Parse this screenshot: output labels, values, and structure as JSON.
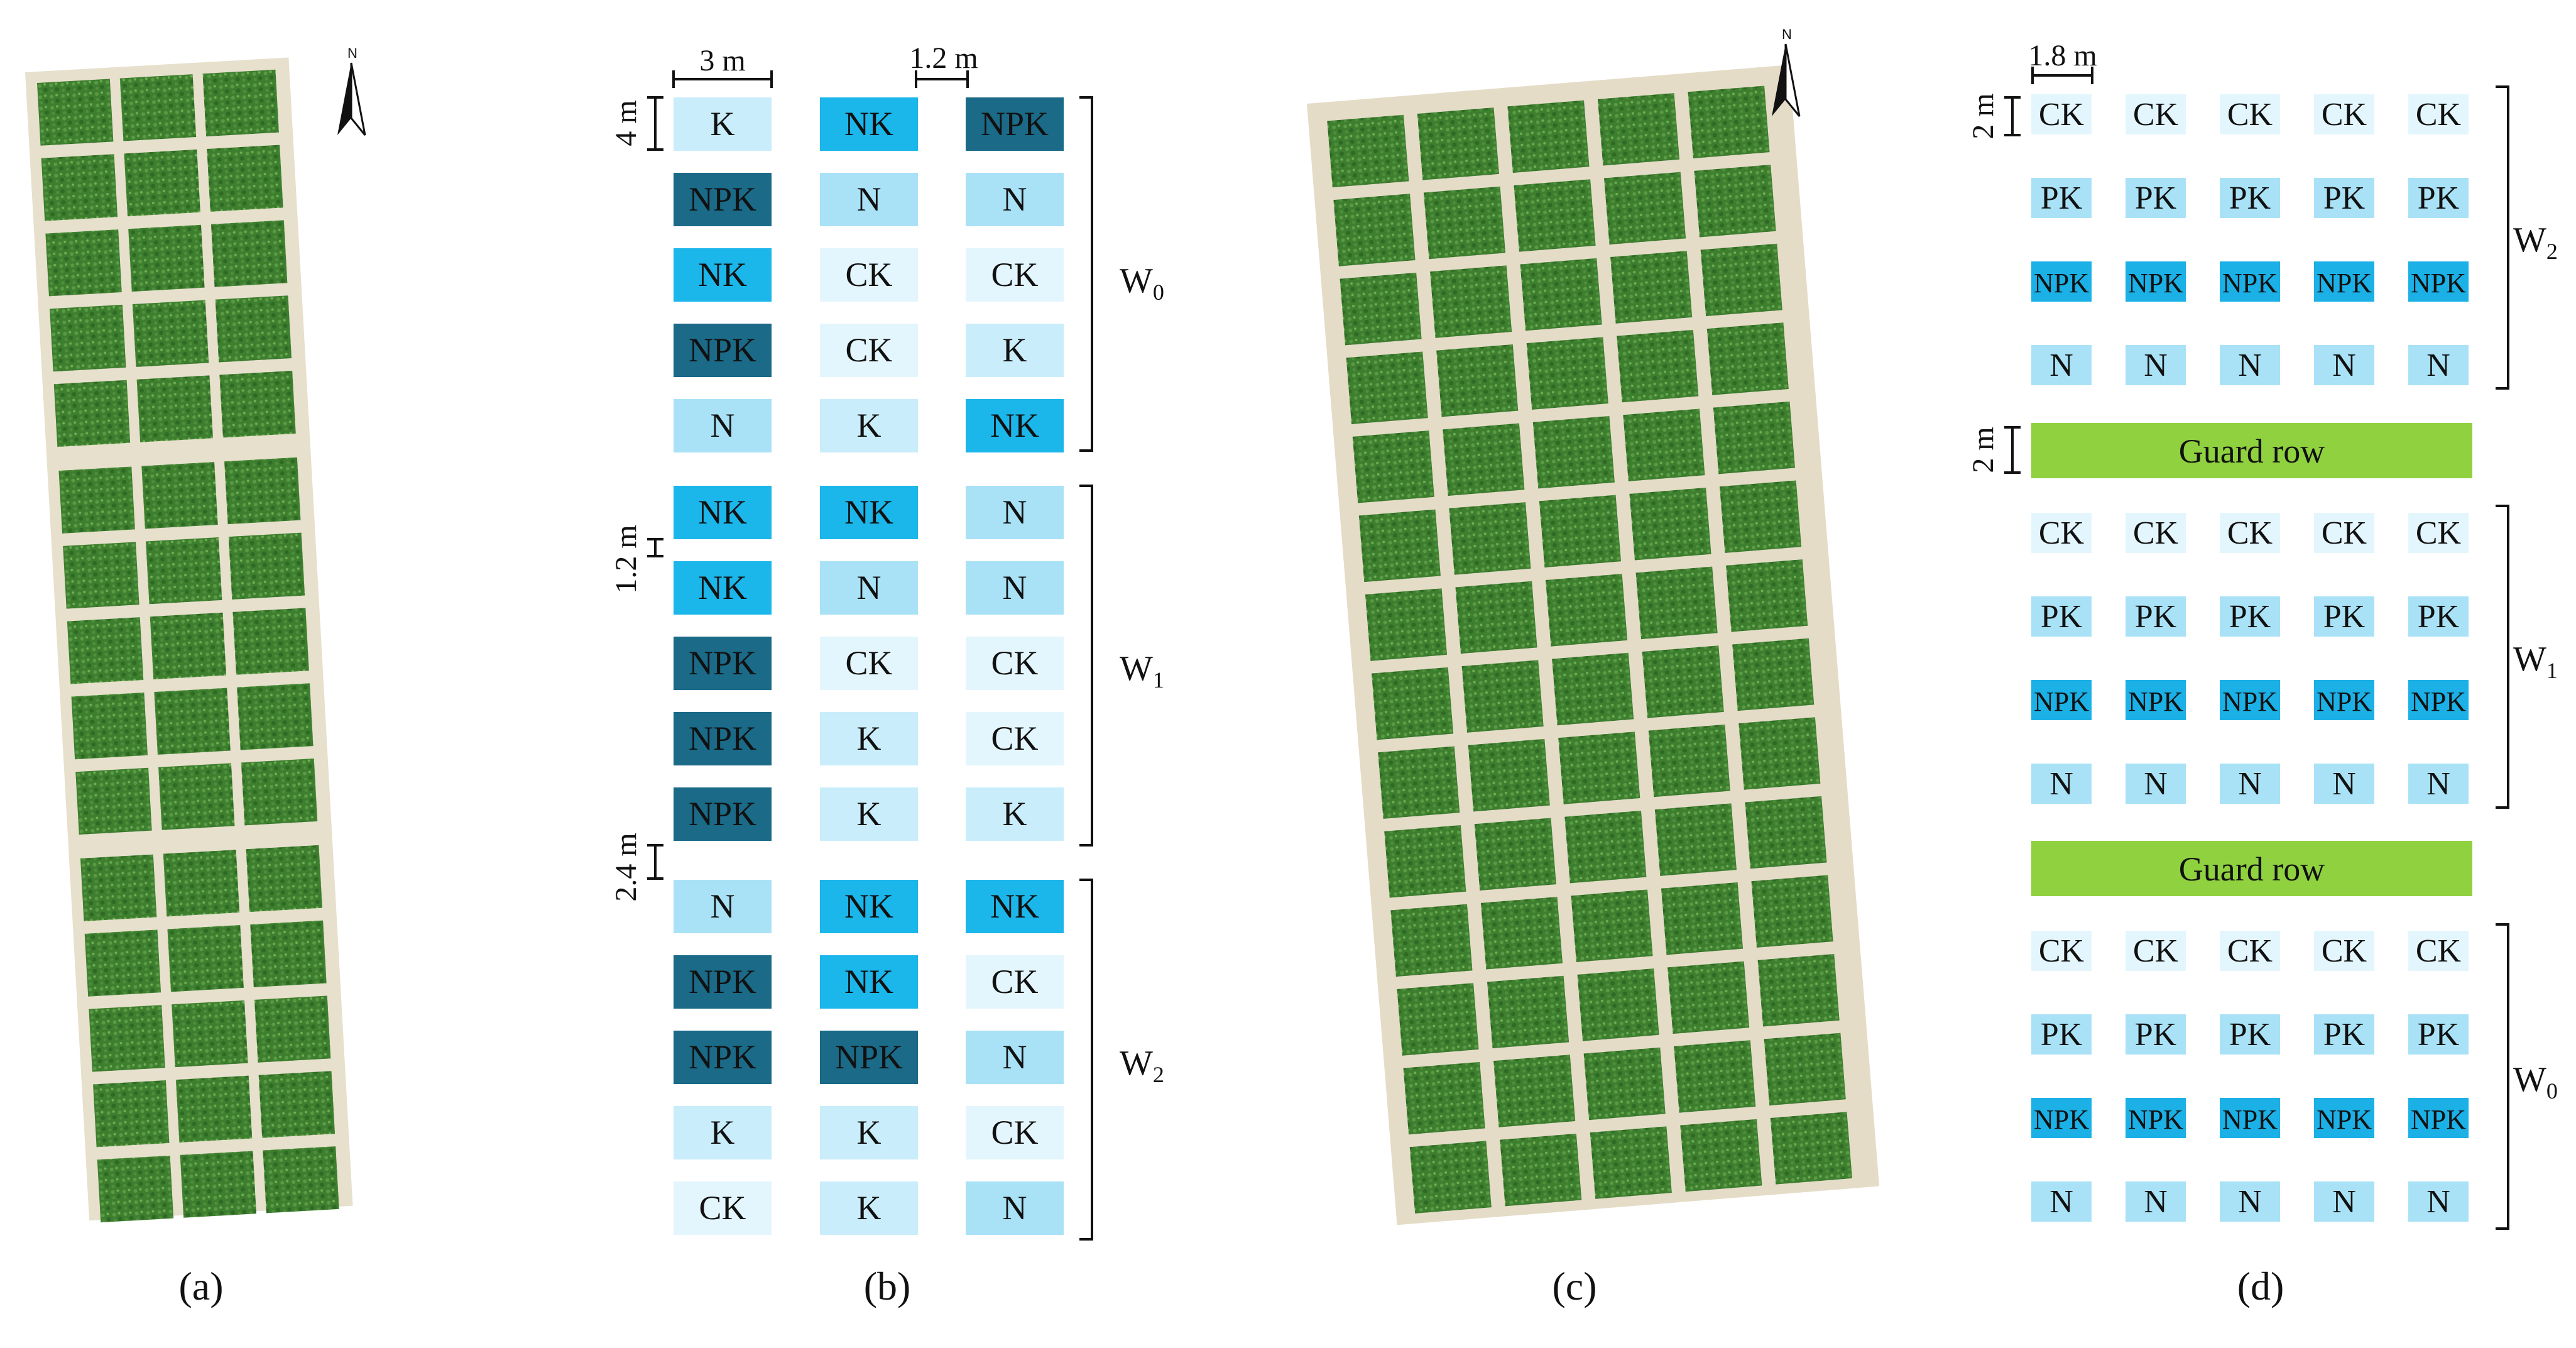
{
  "panel_labels": {
    "a": "(a)",
    "b": "(b)",
    "c": "(c)",
    "d": "(d)"
  },
  "north": "N",
  "colors": {
    "CK": "#e4f6fd",
    "K": "#c9edfb",
    "N": "#a9e2f6",
    "PK": "#a9e2f6",
    "NK": "#1bb6ea",
    "NPK_b": "#1a6a88",
    "NPK_d": "#1bb0e6",
    "guard": "#8fd13f",
    "field": "#3a7a2e",
    "soil": "#e8e0cf"
  },
  "panel_b": {
    "dims": {
      "width": "3 m",
      "gap": "1.2 m",
      "height": "4 m",
      "row_gap": "1.2 m",
      "block_gap": "2.4 m"
    },
    "groups": [
      {
        "label": "W",
        "sub": "0",
        "rows": [
          [
            "K",
            "NK",
            "NPK"
          ],
          [
            "NPK",
            "N",
            "N"
          ],
          [
            "NK",
            "CK",
            "CK"
          ],
          [
            "NPK",
            "CK",
            "K"
          ],
          [
            "N",
            "K",
            "NK"
          ]
        ]
      },
      {
        "label": "W",
        "sub": "1",
        "rows": [
          [
            "NK",
            "NK",
            "N"
          ],
          [
            "NK",
            "N",
            "N"
          ],
          [
            "NPK",
            "CK",
            "CK"
          ],
          [
            "NPK",
            "K",
            "CK"
          ],
          [
            "NPK",
            "K",
            "K"
          ]
        ]
      },
      {
        "label": "W",
        "sub": "2",
        "rows": [
          [
            "N",
            "NK",
            "NK"
          ],
          [
            "NPK",
            "NK",
            "CK"
          ],
          [
            "NPK",
            "NPK",
            "N"
          ],
          [
            "K",
            "K",
            "CK"
          ],
          [
            "CK",
            "K",
            "N"
          ]
        ]
      }
    ]
  },
  "panel_d": {
    "dims": {
      "width": "1.8 m",
      "height": "2 m",
      "guard_height": "2 m"
    },
    "guard_row": "Guard row",
    "groups": [
      {
        "label": "W",
        "sub": "2",
        "rows": [
          "CK",
          "PK",
          "NPK",
          "N"
        ]
      },
      {
        "label": "W",
        "sub": "1",
        "rows": [
          "CK",
          "PK",
          "NPK",
          "N"
        ]
      },
      {
        "label": "W",
        "sub": "0",
        "rows": [
          "CK",
          "PK",
          "NPK",
          "N"
        ]
      }
    ],
    "columns": 5
  }
}
